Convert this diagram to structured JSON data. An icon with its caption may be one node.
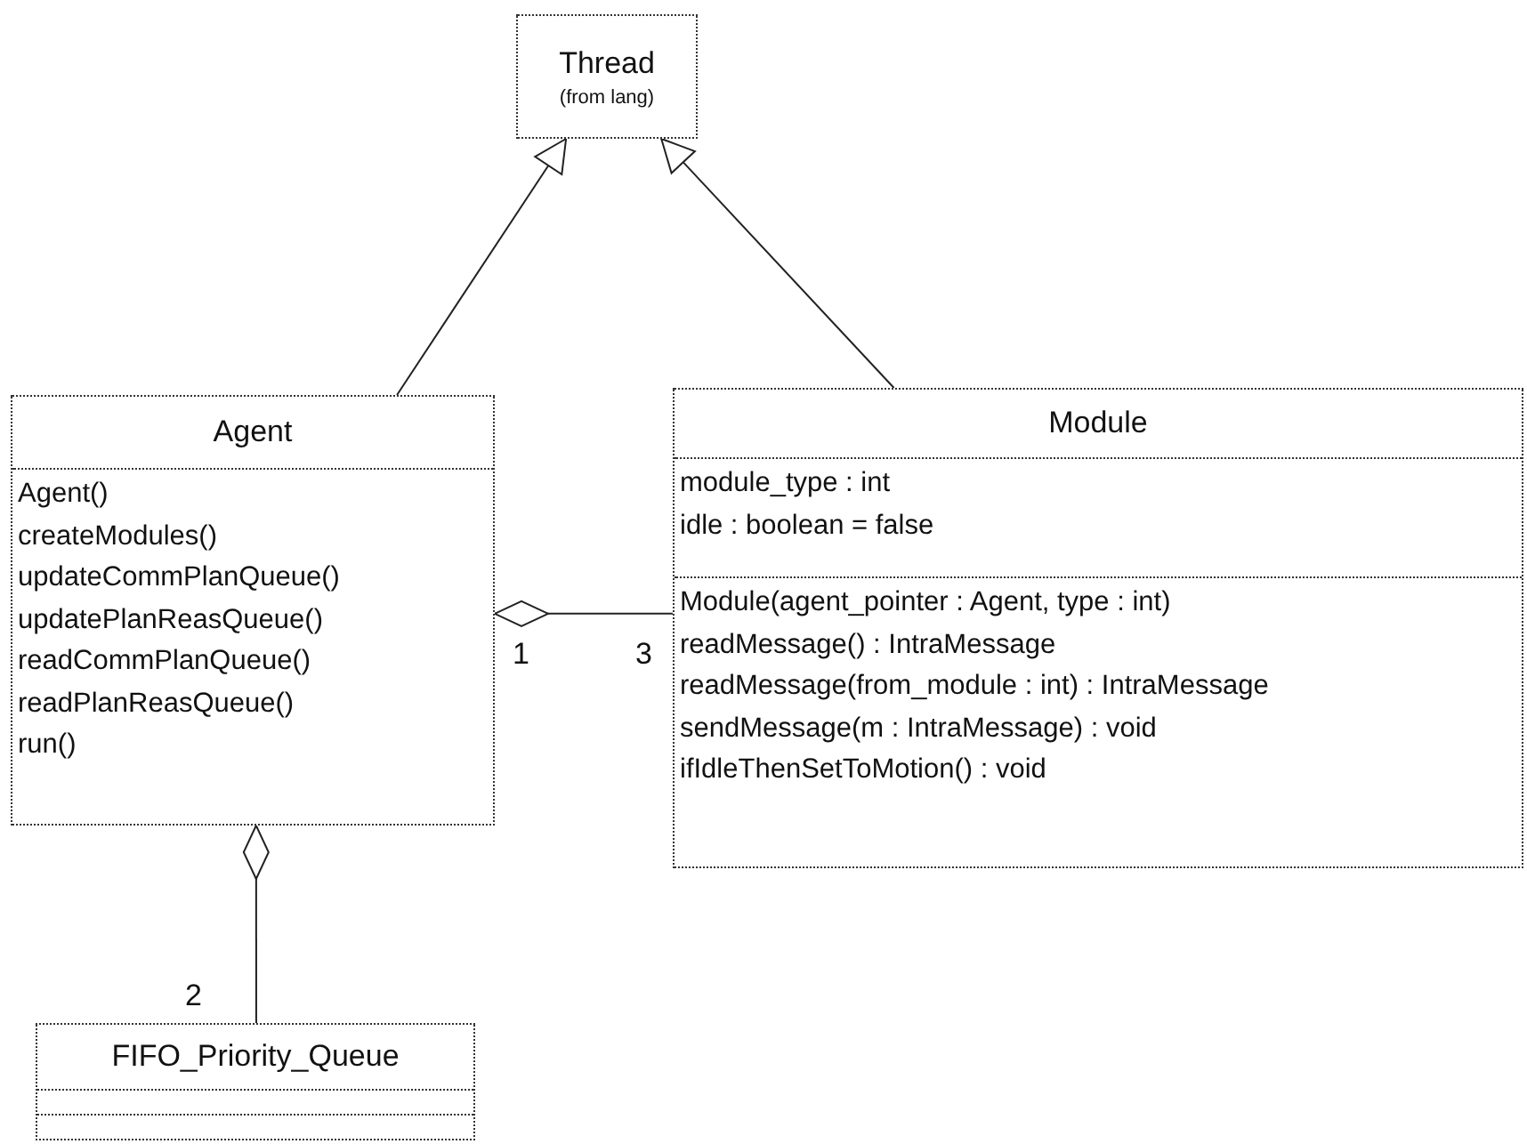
{
  "diagram": {
    "nodes": [
      {
        "text": [
          "Thread",
          "(from lang)"
        ]
      },
      {
        "text": [
          "Agent",
          "Agent()",
          "createModules()",
          "updateCommPlanQueue()",
          "updatePlanReasQueue()",
          "readCommPlanQueue()",
          "readPlanReasQueue()",
          "run()"
        ]
      },
      {
        "text": [
          "Module",
          "module_type : int",
          "idle : boolean = false",
          "Module(agent_pointer : Agent, type : int)",
          "readMessage() : IntraMessage",
          "readMessage(from_module : int) : IntraMessage",
          "sendMessage(m : IntraMessage) : void",
          "ifIdleThenSetToMotion() : void"
        ]
      },
      {
        "text": [
          "FIFO_Priority_Queue"
        ]
      }
    ],
    "edges": [
      {
        "from": 1,
        "to": 0,
        "arrow": "to"
      },
      {
        "from": 2,
        "to": 0,
        "arrow": "to"
      },
      {
        "from": 1,
        "to": 2,
        "arrow": "other"
      },
      {
        "from": 1,
        "to": 3,
        "arrow": "other"
      }
    ],
    "labels": [
      "1",
      "3",
      "2"
    ]
  }
}
